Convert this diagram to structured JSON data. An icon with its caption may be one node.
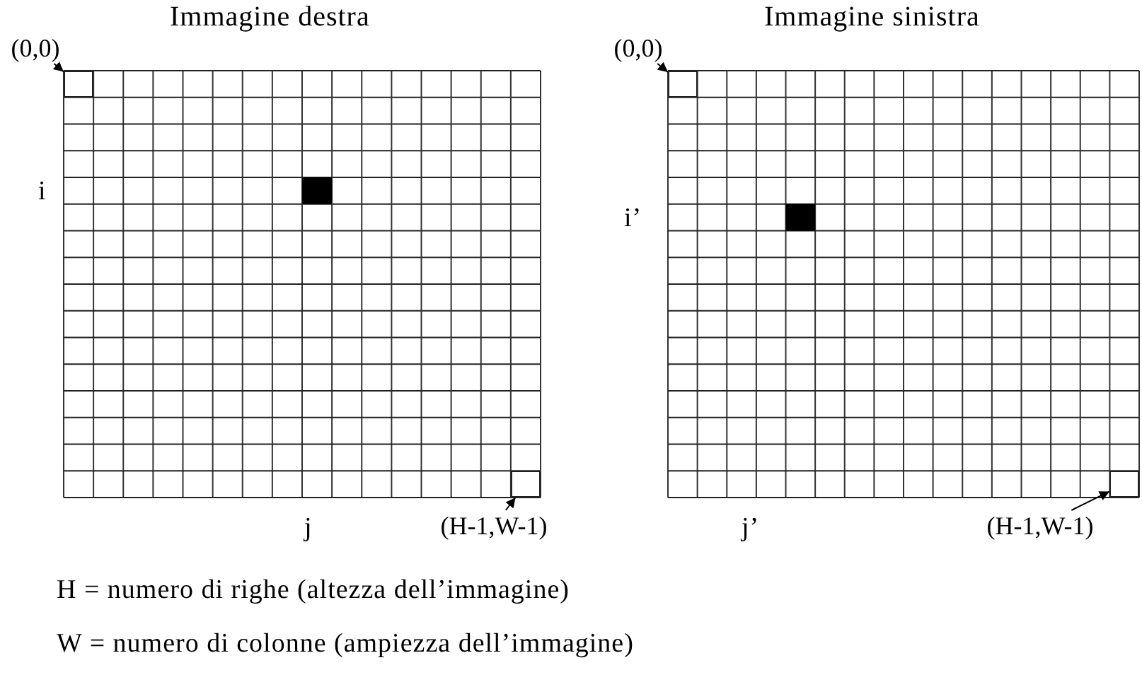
{
  "diagram": {
    "nodes": [
      {
        "text": [
          "(0,0)"
        ]
      },
      {
        "text": [],
        "shape": "box"
      },
      {
        "text": [
          "(H-1,W-1)"
        ]
      },
      {
        "text": [],
        "shape": "box"
      },
      {
        "text": [
          "(0,0)"
        ]
      },
      {
        "text": [],
        "shape": "box"
      },
      {
        "text": [
          "(H-1,W-1)"
        ]
      },
      {
        "text": [],
        "shape": "box"
      }
    ],
    "edges": [
      {
        "from": 0,
        "to": 1,
        "arrow": "to"
      },
      {
        "from": 2,
        "to": 3,
        "arrow": "to"
      },
      {
        "from": 4,
        "to": 5,
        "arrow": "to"
      },
      {
        "from": 6,
        "to": 7,
        "arrow": "to"
      }
    ],
    "labels": [
      "Immagine destra",
      "Immagine sinistra",
      "i",
      "i’",
      "j",
      "j’",
      "H = numero di righe (altezza dell’immagine)",
      "W = numero di colonne (ampiezza dell’immagine)"
    ]
  }
}
